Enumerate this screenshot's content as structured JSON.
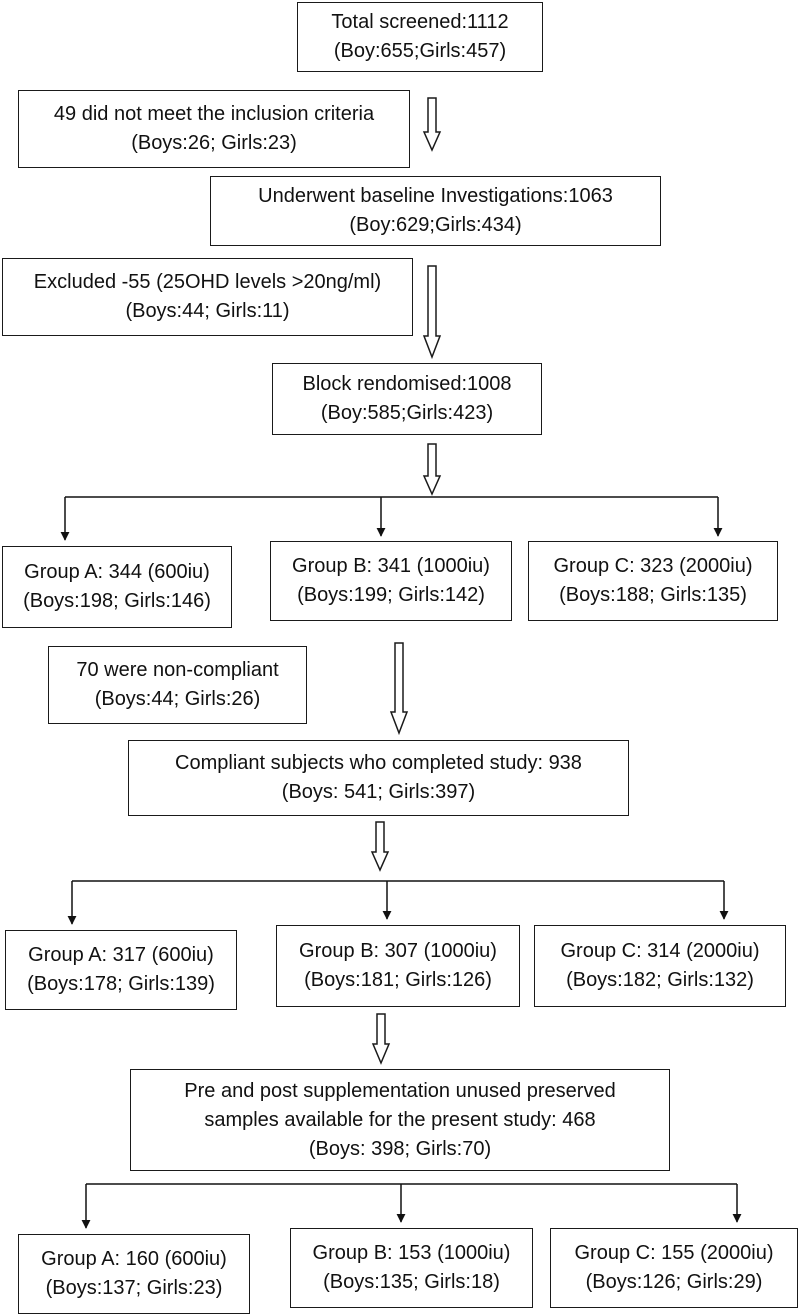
{
  "boxes": {
    "total": {
      "l1": "Total screened:1112",
      "l2": "(Boy:655;Girls:457)"
    },
    "excl1": {
      "l1": "49 did not meet the inclusion criteria",
      "l2": "(Boys:26; Girls:23)"
    },
    "baseline": {
      "l1": "Underwent baseline Investigations:1063",
      "l2": "(Boy:629;Girls:434)"
    },
    "excl2": {
      "l1": "Excluded -55 (25OHD levels >20ng/ml)",
      "l2": "(Boys:44; Girls:11)"
    },
    "randomised": {
      "l1": "Block rendomised:1008",
      "l2": "(Boy:585;Girls:423)"
    },
    "r_a": {
      "l1": "Group A: 344 (600iu)",
      "l2": "(Boys:198; Girls:146)"
    },
    "r_b": {
      "l1": "Group B: 341 (1000iu)",
      "l2": "(Boys:199; Girls:142)"
    },
    "r_c": {
      "l1": "Group C: 323 (2000iu)",
      "l2": "(Boys:188; Girls:135)"
    },
    "noncompliant": {
      "l1": "70 were non-compliant",
      "l2": "(Boys:44; Girls:26)"
    },
    "compliant": {
      "l1": "Compliant subjects who completed study: 938",
      "l2": "(Boys: 541; Girls:397)"
    },
    "c_a": {
      "l1": "Group A: 317 (600iu)",
      "l2": "(Boys:178; Girls:139)"
    },
    "c_b": {
      "l1": "Group B: 307 (1000iu)",
      "l2": "(Boys:181; Girls:126)"
    },
    "c_c": {
      "l1": "Group C: 314 (2000iu)",
      "l2": "(Boys:182; Girls:132)"
    },
    "samples": {
      "l1": "Pre and post supplementation unused preserved",
      "l2": "samples available for the present study: 468",
      "l3": "(Boys: 398; Girls:70)"
    },
    "s_a": {
      "l1": "Group A: 160 (600iu)",
      "l2": "(Boys:137; Girls:23)"
    },
    "s_b": {
      "l1": "Group B: 153 (1000iu)",
      "l2": "(Boys:135; Girls:18)"
    },
    "s_c": {
      "l1": "Group C: 155 (2000iu)",
      "l2": "(Boys:126; Girls:29)"
    }
  }
}
